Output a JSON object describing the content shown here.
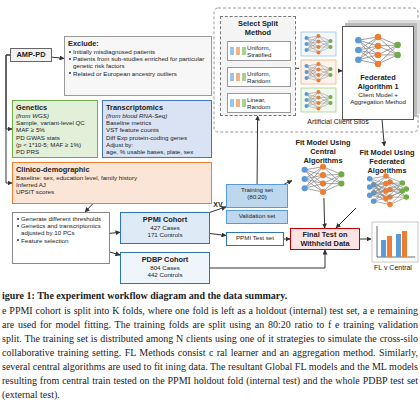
{
  "diagram": {
    "caption": "e PPMI cohort is split into K folds, where one fold is left as a holdout (internal) test set, a e remaining are used for model fitting. The training folds are split using an 80:20 ratio to f e training validation split. The training set is distributed among N clients using one of it strategies to simulate the cross-silo collaborative training setting. FL Methods consist c ral learner and an aggregation method. Similarly, several central algorithms are used to fit ining data. The resultant Global FL models and the ML models resulting from central train tested on the PPMI holdout fold (internal test) and the whole PDBP test set (external test).",
    "nodes": [
      {
        "text": [
          "AMP-PD"
        ]
      },
      {
        "text": [
          "Exclude:",
          "Initially misdiagnosed patients",
          "Patients from sub-studies enriched for particular genetic risk factors",
          "Related or European ancestry outliers"
        ]
      },
      {
        "text": [
          "Genetics",
          "(from WGS)",
          "Sample, variant-level QC",
          "MAF ≥ 5%",
          "PD GWAS stats",
          "(p < 1*10-5; MAF ≥ 1%)",
          "PD PRS"
        ]
      },
      {
        "text": [
          "Transcriptomics",
          "(from blood RNA-Seq)",
          "Baseline metrics",
          "VST feature counts",
          "Diff Exp protein-coding genes",
          "Adjust by:",
          "age, % usable bases, plate, sex"
        ]
      },
      {
        "text": [
          "Clinico-demographic",
          "Baseline: sex, education level, family history",
          "Inferred AJ",
          "UPSIT scores"
        ]
      },
      {
        "text": [
          "Generate different thresholds",
          "Genetics and transcriptomics adjusted by 10 PCs",
          "Feature selection"
        ]
      },
      {
        "text": [
          "PPMI Cohort",
          "427 Cases",
          "171 Controls"
        ]
      },
      {
        "text": [
          "PDBP Cohort",
          "804 Cases",
          "442 Controls"
        ]
      },
      {
        "text": [
          "Select Split Method"
        ]
      },
      {
        "text": [
          "Uniform, Stratified"
        ],
        "in": 8
      },
      {
        "text": [
          "Uniform, Random"
        ],
        "in": 8
      },
      {
        "text": [
          "Linear, Random"
        ],
        "in": 8
      },
      {
        "text": [
          "Federated Algorithm 1",
          "Client Model + Aggregation Method"
        ]
      },
      {
        "text": [
          "Training set",
          "(80:20)"
        ]
      },
      {
        "text": [
          "Validation set"
        ]
      },
      {
        "text": [
          "PPMI Test set"
        ]
      },
      {
        "text": [
          "Fit Model Using Central Algorithms"
        ]
      },
      {
        "text": [
          "Fit Model Using Federated Algorithms"
        ]
      },
      {
        "text": [
          "Final Test on Withheld Data"
        ]
      }
    ],
    "edges": [
      {
        "from": 0,
        "to": 1,
        "arrow": "to"
      },
      {
        "from": 0,
        "to": 2,
        "arrow": "to"
      },
      {
        "from": 0,
        "to": 4,
        "arrow": "to"
      },
      {
        "from": 4,
        "to": 5,
        "arrow": "to"
      },
      {
        "from": 5,
        "to": 6,
        "arrow": "to"
      },
      {
        "from": 5,
        "to": 7,
        "arrow": "to"
      },
      {
        "from": 6,
        "to": 13,
        "label": "XV",
        "arrow": "to"
      },
      {
        "from": 6,
        "to": 15,
        "arrow": "to"
      },
      {
        "from": 13,
        "to": 8,
        "arrow": "to"
      },
      {
        "from": 8,
        "to": 12,
        "arrow": "to"
      },
      {
        "from": 13,
        "to": 16,
        "arrow": "to"
      },
      {
        "from": 12,
        "to": 17,
        "arrow": "to"
      },
      {
        "from": 16,
        "to": 18,
        "arrow": "to"
      },
      {
        "from": 17,
        "to": 18,
        "arrow": "to"
      },
      {
        "from": 15,
        "to": 18,
        "arrow": "to"
      },
      {
        "from": 7,
        "to": 18,
        "arrow": "to"
      }
    ],
    "labels": [
      "Artificial Client Silos",
      "FL v Central",
      "igure 1: The experiment workflow diagram and the data summary."
    ]
  }
}
